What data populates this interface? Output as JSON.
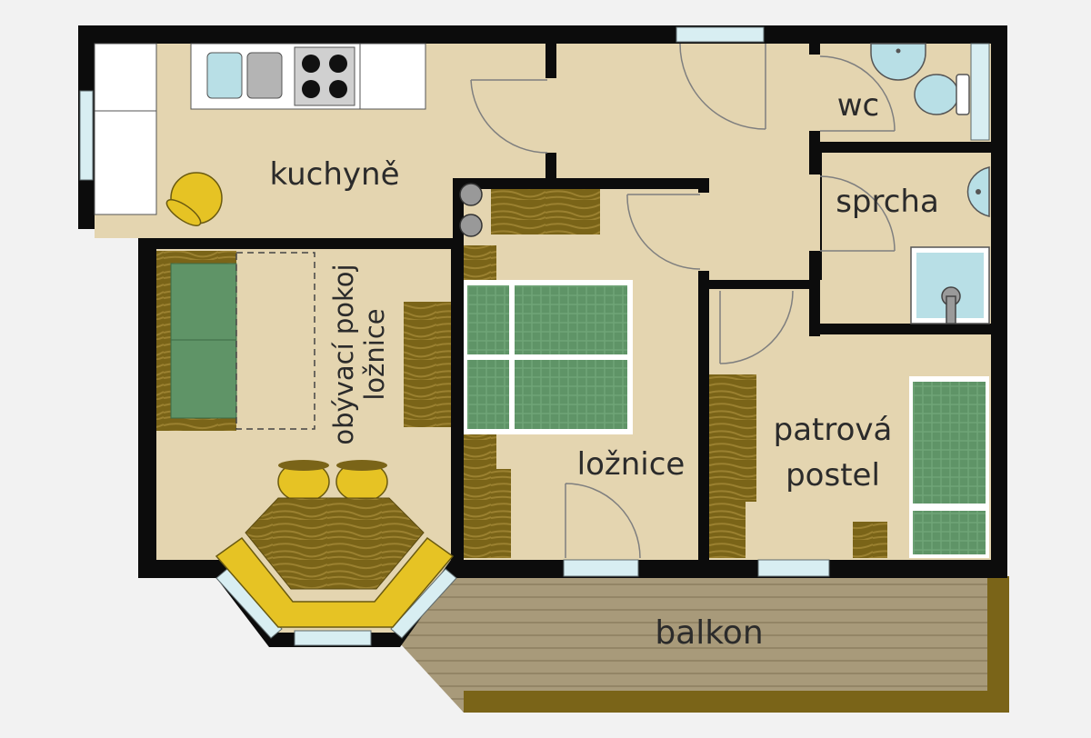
{
  "rooms": {
    "kitchen": "kuchyně",
    "living_line1": "obývací pokoj",
    "living_line2": "ložnice",
    "wc": "wc",
    "shower": "sprcha",
    "bedroom": "ložnice",
    "bunk_line1": "patrová",
    "bunk_line2": "postel",
    "balcony": "balkon"
  },
  "colors": {
    "floor": "#e4d5b0",
    "wall": "#0c0c0c",
    "background": "#f2f2f2",
    "wood": "#7a6418",
    "bed": "#5f9467",
    "chair": "#e6c324",
    "window": "#d8eef2",
    "balcony_deck": "#a89a7a"
  }
}
